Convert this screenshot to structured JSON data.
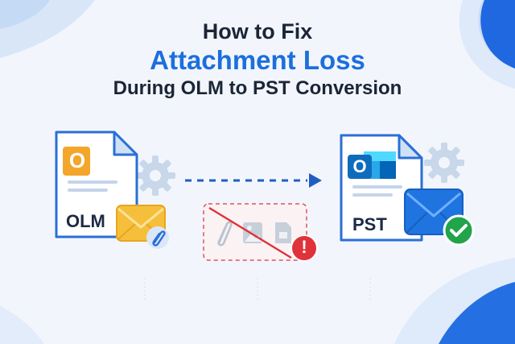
{
  "title": {
    "line1": "How to Fix",
    "line2": "Attachment Loss",
    "line3": "During OLM to PST Conversion"
  },
  "source_file": {
    "label": "OLM",
    "app_letter": "O"
  },
  "target_file": {
    "label": "PST",
    "app_letter": "O"
  },
  "error_indicator": "!",
  "colors": {
    "title_dark": "#1b2536",
    "title_accent": "#1c6fdc",
    "olm_orange": "#f4a62a",
    "outlook_blue": "#0f6cbd",
    "error_red": "#e0323a",
    "success_green": "#21a44a",
    "envelope_yellow": "#f6bf3b",
    "envelope_blue": "#1f74e0"
  }
}
